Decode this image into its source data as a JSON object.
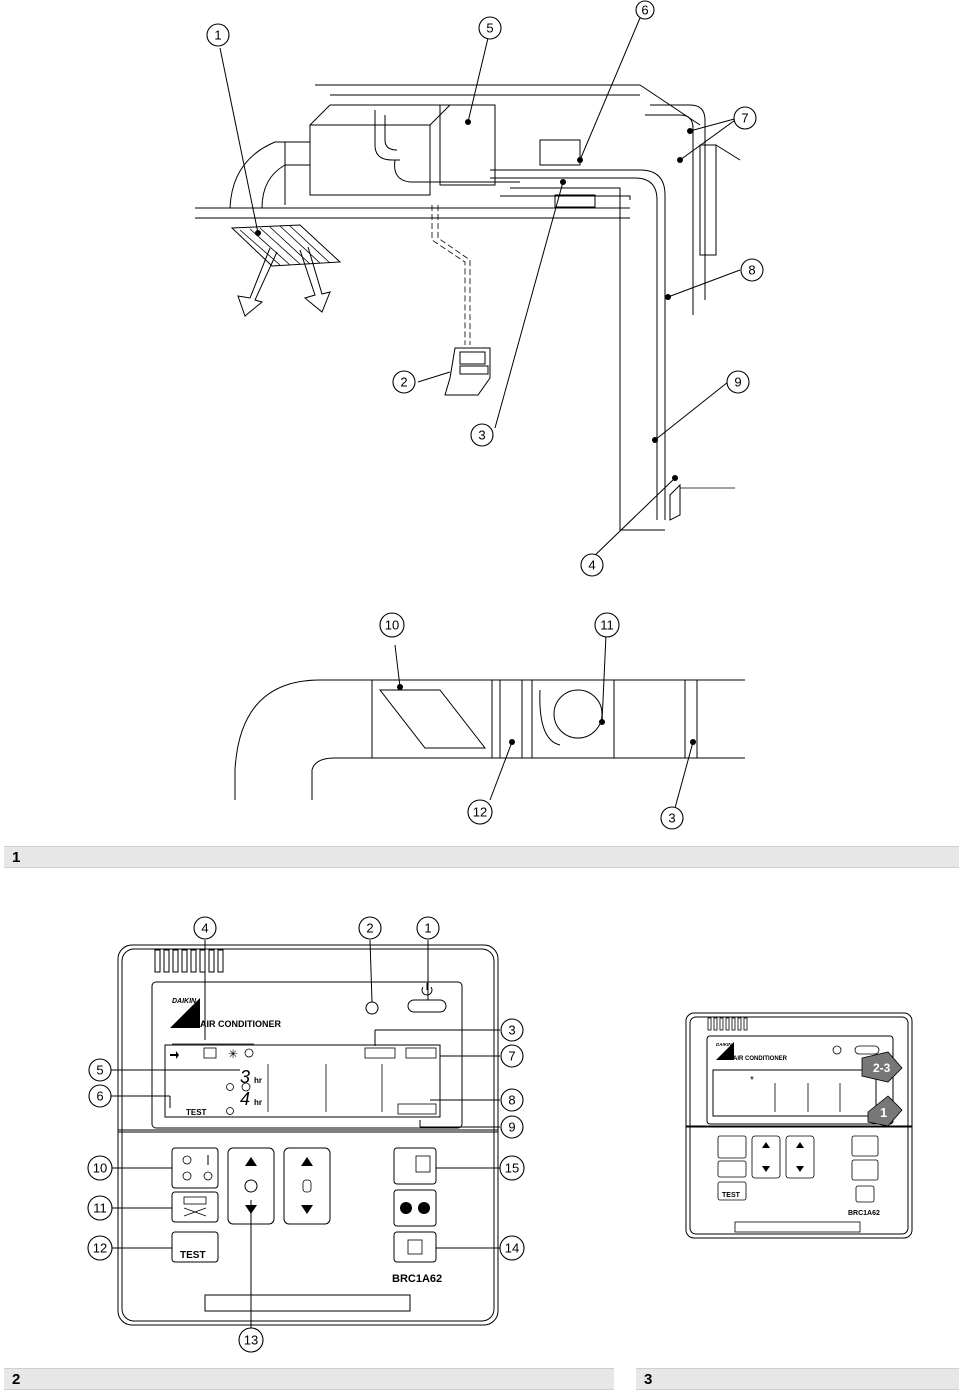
{
  "figure1": {
    "number": "1",
    "callouts": [
      "1",
      "5",
      "6",
      "7",
      "8",
      "2",
      "9",
      "3",
      "4",
      "10",
      "11",
      "12",
      "3"
    ]
  },
  "figure2": {
    "number": "2",
    "brand": "DAIKIN",
    "product": "AIR CONDITIONER",
    "model": "BRC1A62",
    "timer_on_value": "3",
    "timer_off_value": "4",
    "timer_unit": "hr",
    "test_label": "TEST",
    "callouts": [
      "4",
      "2",
      "1",
      "3",
      "7",
      "5",
      "6",
      "8",
      "9",
      "10",
      "15",
      "11",
      "12",
      "14",
      "13"
    ]
  },
  "figure3": {
    "number": "3",
    "brand": "DAIKIN",
    "product": "AIR CONDITIONER",
    "model": "BRC1A62",
    "test_label": "TEST",
    "step_labels": [
      "2-3",
      "1"
    ]
  }
}
